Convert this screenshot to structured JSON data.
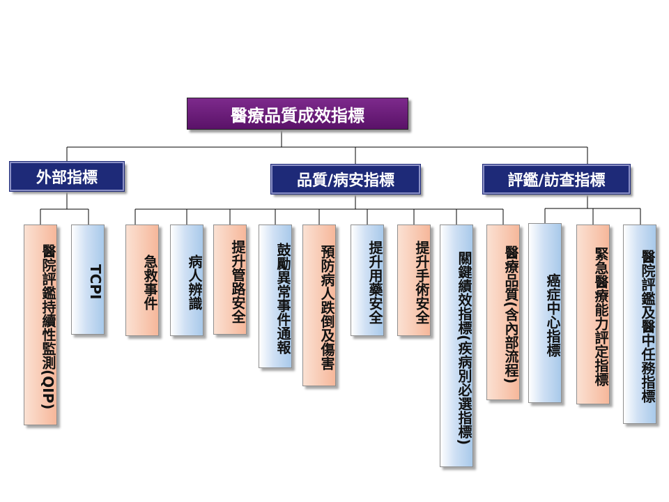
{
  "root": {
    "label": "醫療品質成效指標"
  },
  "categories": [
    {
      "label": "外部指標",
      "items": [
        {
          "label": "醫院評鑑持續性監測(QIP)",
          "color": "orange"
        },
        {
          "label": "TCPI",
          "color": "blue"
        }
      ]
    },
    {
      "label": "品質/病安指標",
      "items": [
        {
          "label": "急救事件",
          "color": "orange"
        },
        {
          "label": "病人辨識",
          "color": "blue"
        },
        {
          "label": "提升管路安全",
          "color": "orange"
        },
        {
          "label": "鼓勵異常事件通報",
          "color": "blue"
        },
        {
          "label": "預防病人跌倒及傷害",
          "color": "orange"
        },
        {
          "label": "提升用藥安全",
          "color": "blue"
        },
        {
          "label": "提升手術安全",
          "color": "orange"
        },
        {
          "label": "關鍵績效指標(疾病別必選指標)",
          "color": "blue"
        },
        {
          "label": "醫療品質(含內部流程)",
          "color": "orange"
        }
      ]
    },
    {
      "label": "評鑑/訪查指標",
      "items": [
        {
          "label": "癌症中心指標",
          "color": "blue"
        },
        {
          "label": "緊急醫療能力評定指標",
          "color": "orange"
        },
        {
          "label": "醫院評鑑及醫中任務指標",
          "color": "blue"
        }
      ]
    }
  ],
  "colors": {
    "root": "#6b1f7a",
    "category": "#1e2a78",
    "leaf_orange": "#f6b79a",
    "leaf_blue": "#a8c9ea",
    "connector": "#000000"
  }
}
